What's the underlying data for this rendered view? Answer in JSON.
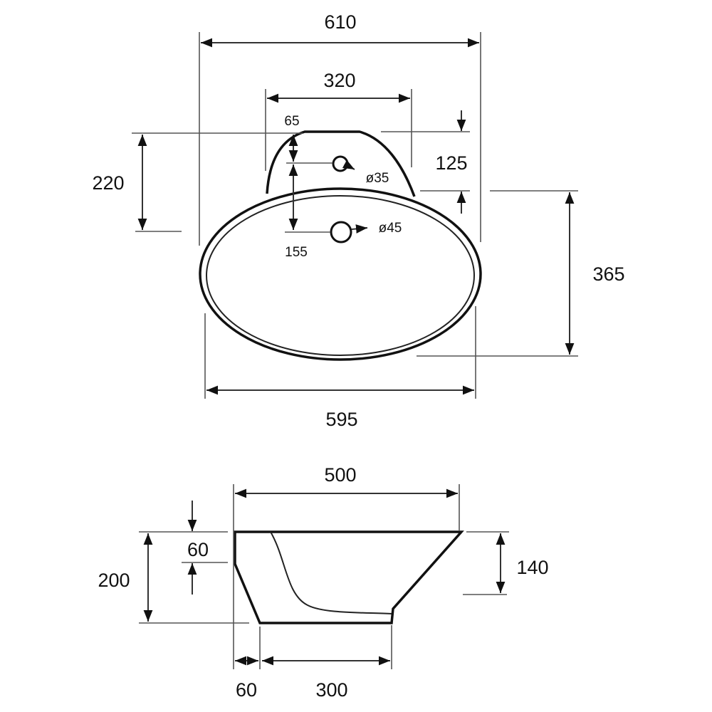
{
  "top_view": {
    "overall_width": "610",
    "tap_block_width": "320",
    "tap_hole_offset": "65",
    "tap_hole_diameter": "ø35",
    "overflow_offset": "155",
    "overflow_diameter": "ø45",
    "back_depth": "220",
    "tap_block_depth": "125",
    "bowl_depth": "365",
    "bowl_width": "595"
  },
  "side_view": {
    "top_width": "500",
    "rim_height": "60",
    "total_height": "200",
    "bowl_height": "140",
    "base_offset": "60",
    "base_width": "300"
  }
}
